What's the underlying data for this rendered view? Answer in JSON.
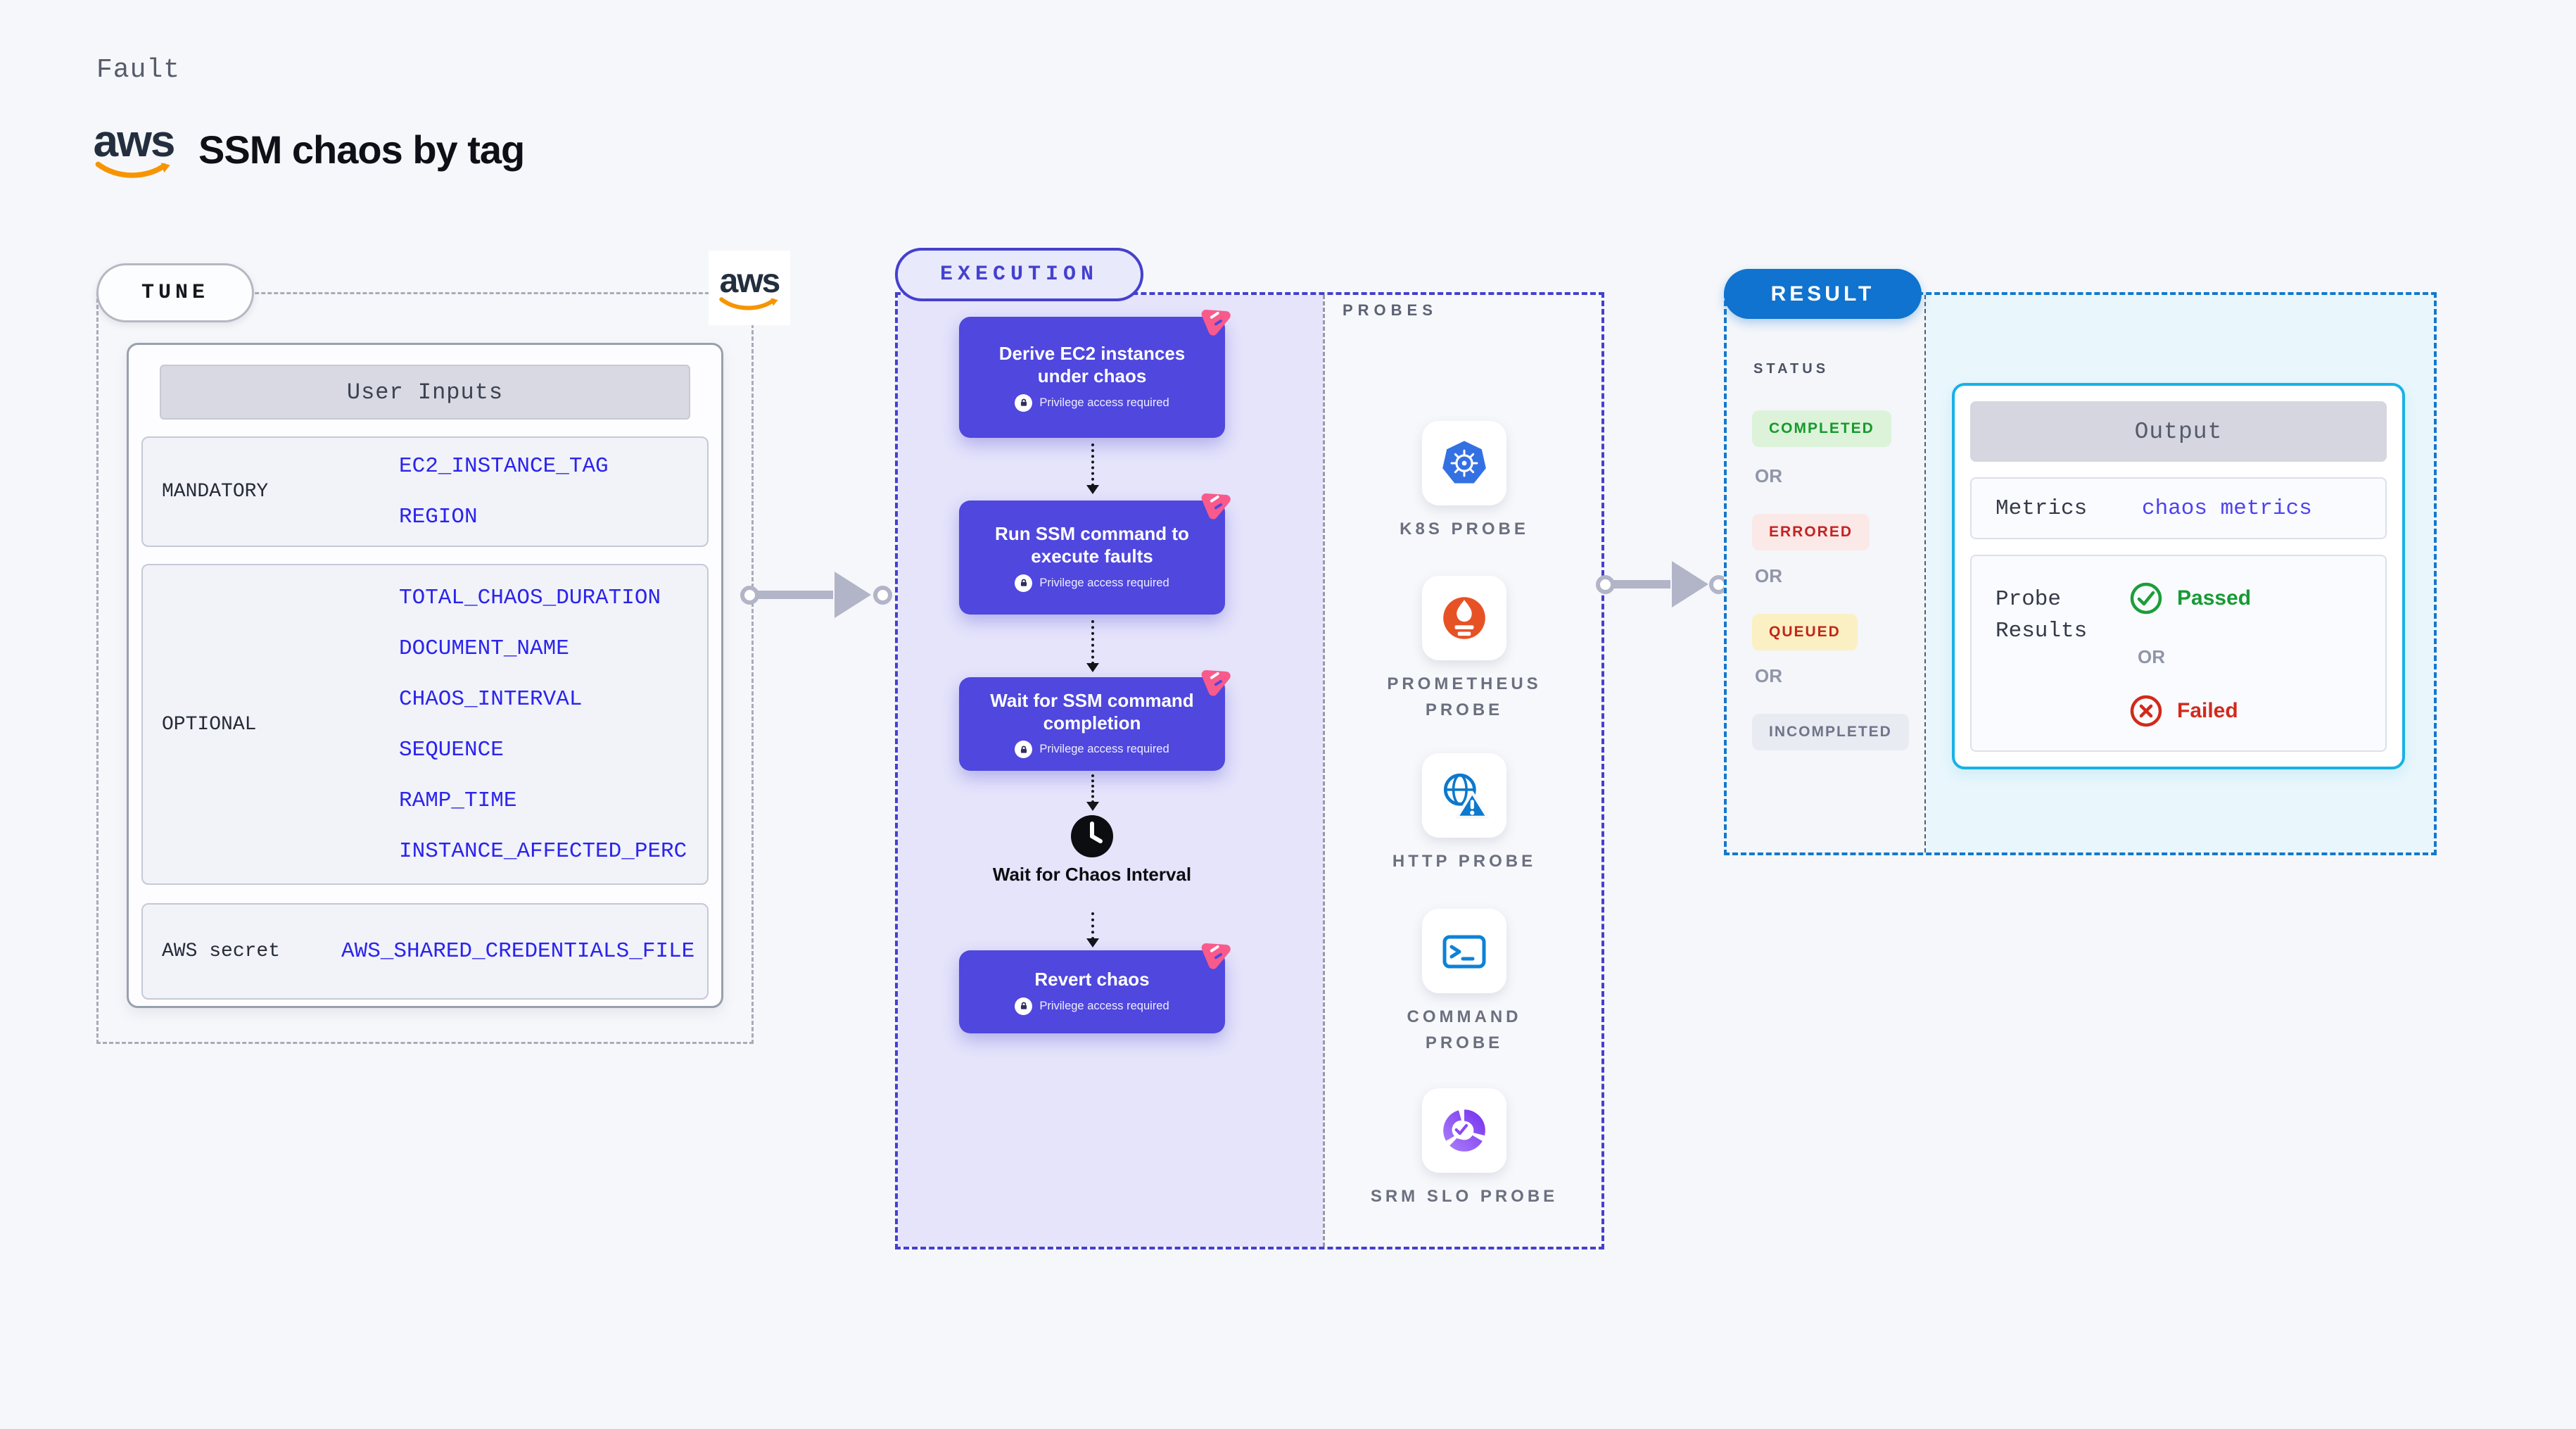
{
  "page": {
    "kicker": "Fault",
    "title": "SSM chaos by tag",
    "aws_logo_text": "aws"
  },
  "tune": {
    "label": "TUNE",
    "table_header": "User Inputs",
    "sections": [
      {
        "label": "MANDATORY",
        "values": [
          "EC2_INSTANCE_TAG",
          "REGION"
        ]
      },
      {
        "label": "OPTIONAL",
        "values": [
          "TOTAL_CHAOS_DURATION",
          "DOCUMENT_NAME",
          "CHAOS_INTERVAL",
          "SEQUENCE",
          "RAMP_TIME",
          "INSTANCE_AFFECTED_PERC"
        ]
      },
      {
        "label": "AWS secret",
        "values": [
          "AWS_SHARED_CREDENTIALS_FILE"
        ]
      }
    ]
  },
  "execution": {
    "label": "EXECUTION",
    "steps": [
      {
        "title": "Derive EC2 instances under chaos",
        "badge": "Privilege access required"
      },
      {
        "title": "Run SSM command to execute faults",
        "badge": "Privilege access required"
      },
      {
        "title": "Wait for SSM command completion",
        "badge": "Privilege access required"
      },
      {
        "title": "Revert chaos",
        "badge": "Privilege access required"
      }
    ],
    "wait_step": {
      "title": "Wait for Chaos Interval",
      "icon": "clock-icon"
    }
  },
  "probes": {
    "label": "PROBES",
    "items": [
      {
        "name": "K8S PROBE",
        "icon": "kubernetes-icon"
      },
      {
        "name": "PROMETHEUS PROBE",
        "icon": "prometheus-icon"
      },
      {
        "name": "HTTP PROBE",
        "icon": "http-globe-warning-icon"
      },
      {
        "name": "COMMAND PROBE",
        "icon": "terminal-icon"
      },
      {
        "name": "SRM SLO PROBE",
        "icon": "srm-slo-icon"
      }
    ]
  },
  "result": {
    "label": "RESULT",
    "status_heading": "STATUS",
    "or_label": "OR",
    "statuses": [
      {
        "text": "COMPLETED",
        "fg": "#17992e",
        "bg": "#dcf3da"
      },
      {
        "text": "ERRORED",
        "fg": "#c42222",
        "bg": "#fbe9e8"
      },
      {
        "text": "QUEUED",
        "fg": "#c2271a",
        "bg": "#fbf0c4"
      },
      {
        "text": "INCOMPLETED",
        "fg": "#6f7489",
        "bg": "#e9ebf2"
      }
    ],
    "output": {
      "header": "Output",
      "metrics_label": "Metrics",
      "metrics_value": "chaos metrics",
      "probe_results_label": "Probe Results",
      "passed": "Passed",
      "or": "OR",
      "failed": "Failed"
    }
  },
  "colors": {
    "step_box": "#4f47de",
    "execution_border": "#4340d0",
    "execution_fill": "#e5e4fb",
    "tune_border": "#a8acb9",
    "result_border": "#1478cc",
    "result_fill": "#e9f6fc",
    "result_pill": "#0f73cf",
    "output_border": "#17b2e6",
    "value_text": "#2c24ec",
    "aws_orange": "#f79400",
    "passed_green": "#169a36",
    "failed_red": "#d2291c",
    "flag_pink": "#f85a8c"
  }
}
